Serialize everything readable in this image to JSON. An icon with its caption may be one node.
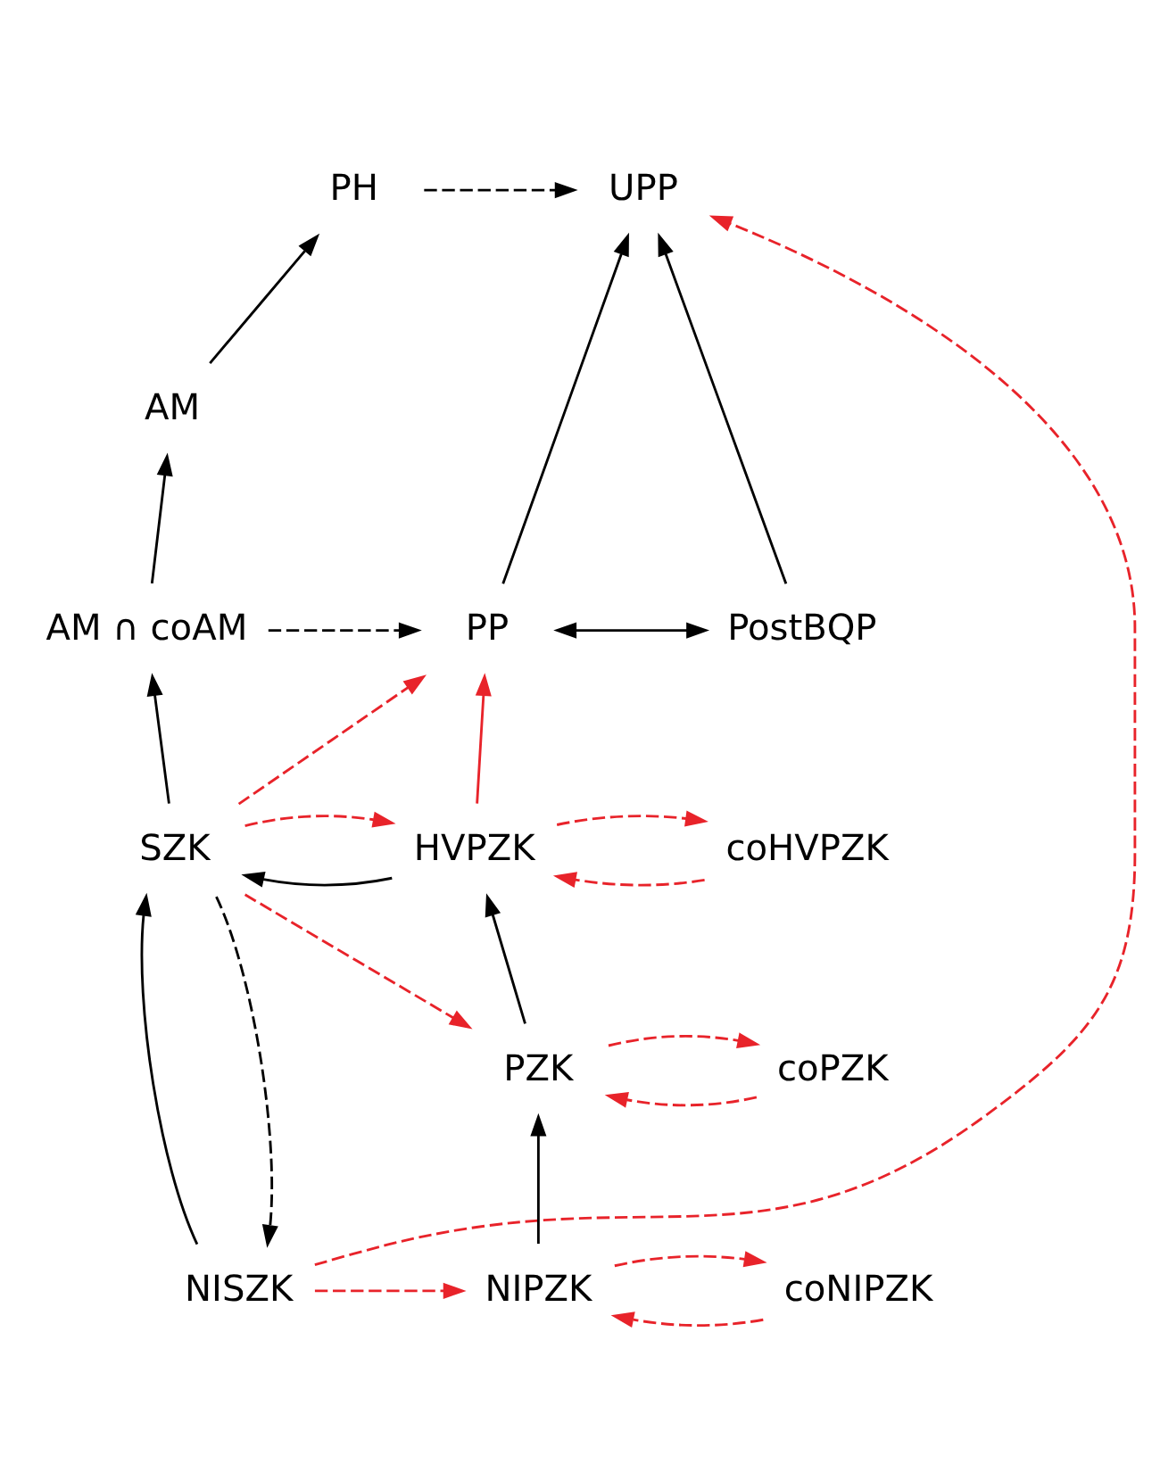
{
  "diagram": {
    "nodes": [
      {
        "text": [
          "PH"
        ]
      },
      {
        "text": [
          "UPP"
        ]
      },
      {
        "text": [
          "AM"
        ]
      },
      {
        "text": [
          "AM ∩ coAM"
        ]
      },
      {
        "text": [
          "PP"
        ]
      },
      {
        "text": [
          "PostBQP"
        ]
      },
      {
        "text": [
          "SZK"
        ]
      },
      {
        "text": [
          "HVPZK"
        ]
      },
      {
        "text": [
          "coHVPZK"
        ]
      },
      {
        "text": [
          "PZK"
        ]
      },
      {
        "text": [
          "coPZK"
        ]
      },
      {
        "text": [
          "NISZK"
        ]
      },
      {
        "text": [
          "NIPZK"
        ]
      },
      {
        "text": [
          "coNIPZK"
        ]
      }
    ],
    "edges": [
      {
        "from": 0,
        "to": 1,
        "arrow": "to",
        "style": "dashed"
      },
      {
        "from": 11,
        "to": 1,
        "arrow": "to",
        "style": "dashed",
        "color": "#e8232a"
      },
      {
        "from": 2,
        "to": 0,
        "arrow": "to"
      },
      {
        "from": 3,
        "to": 2,
        "arrow": "to"
      },
      {
        "from": 4,
        "to": 1,
        "arrow": "to"
      },
      {
        "from": 5,
        "to": 1,
        "arrow": "to"
      },
      {
        "from": 3,
        "to": 4,
        "arrow": "to",
        "style": "dashed"
      },
      {
        "from": 4,
        "to": 5,
        "arrow": "both"
      },
      {
        "from": 6,
        "to": 3,
        "arrow": "to"
      },
      {
        "from": 6,
        "to": 4,
        "arrow": "to",
        "style": "dashed",
        "color": "#e8232a"
      },
      {
        "from": 7,
        "to": 4,
        "arrow": "to",
        "color": "#e8232a"
      },
      {
        "from": 6,
        "to": 7,
        "arrow": "to",
        "style": "dashed",
        "color": "#e8232a"
      },
      {
        "from": 7,
        "to": 6,
        "arrow": "to"
      },
      {
        "from": 6,
        "to": 9,
        "arrow": "to",
        "style": "dashed",
        "color": "#e8232a"
      },
      {
        "from": 6,
        "to": 11,
        "arrow": "to",
        "style": "dashed"
      },
      {
        "from": 11,
        "to": 6,
        "arrow": "to"
      },
      {
        "from": 7,
        "to": 8,
        "arrow": "to",
        "style": "dashed",
        "color": "#e8232a"
      },
      {
        "from": 8,
        "to": 7,
        "arrow": "to",
        "style": "dashed",
        "color": "#e8232a"
      },
      {
        "from": 9,
        "to": 7,
        "arrow": "to"
      },
      {
        "from": 9,
        "to": 10,
        "arrow": "to",
        "style": "dashed",
        "color": "#e8232a"
      },
      {
        "from": 10,
        "to": 9,
        "arrow": "to",
        "style": "dashed",
        "color": "#e8232a"
      },
      {
        "from": 12,
        "to": 9,
        "arrow": "to"
      },
      {
        "from": 11,
        "to": 12,
        "arrow": "to",
        "style": "dashed",
        "color": "#e8232a"
      },
      {
        "from": 12,
        "to": 13,
        "arrow": "to",
        "style": "dashed",
        "color": "#e8232a"
      },
      {
        "from": 13,
        "to": 12,
        "arrow": "to",
        "style": "dashed",
        "color": "#e8232a"
      }
    ]
  }
}
